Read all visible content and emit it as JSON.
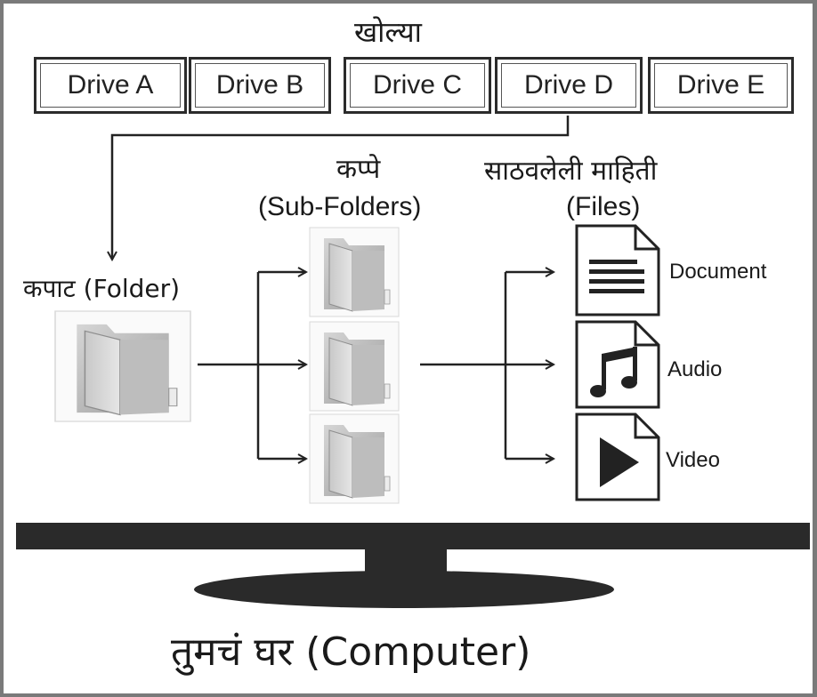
{
  "title": "खोल्या",
  "drives": [
    "Drive A",
    "Drive B",
    "Drive C",
    "Drive D",
    "Drive E"
  ],
  "folder_label": "कपाट (Folder)",
  "subfolders_label": {
    "line1": "कप्पे",
    "line2": "(Sub-Folders)"
  },
  "files_label": {
    "line1": "साठवलेली माहिती",
    "line2": "(Files)"
  },
  "files": [
    {
      "label": "Document",
      "icon": "document-lines-icon"
    },
    {
      "label": "Audio",
      "icon": "music-note-icon"
    },
    {
      "label": "Video",
      "icon": "play-icon"
    }
  ],
  "computer_label": "तुमचं  घर (Computer)",
  "colors": {
    "stroke": "#222222",
    "monitor": "#2a2a2a",
    "frame": "#7a7a7a",
    "folder": "#b9b9b9"
  }
}
